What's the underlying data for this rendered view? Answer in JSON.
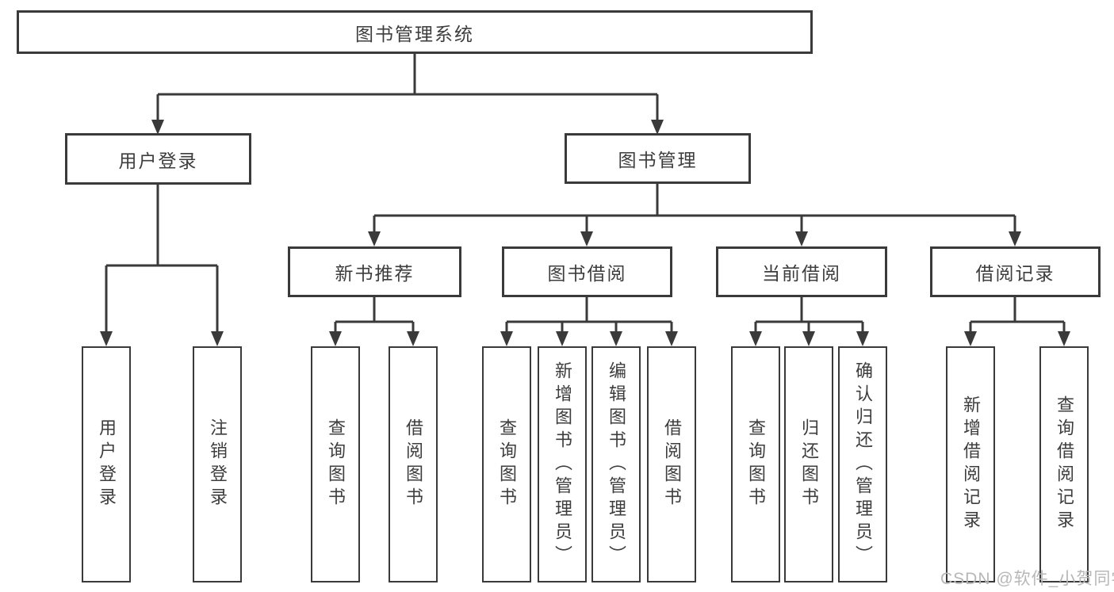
{
  "nodes": {
    "root": "图书管理系统",
    "user_login": "用户登录",
    "book_management": "图书管理",
    "new_book_recommend": "新书推荐",
    "book_borrowing": "图书借阅",
    "current_borrowing": "当前借阅",
    "borrowing_records": "借阅记录"
  },
  "leaves": {
    "user_login": [
      "用户登录",
      "注销登录"
    ],
    "new_book_recommend": [
      "查询图书",
      "借阅图书"
    ],
    "book_borrowing": [
      "查询图书",
      "新增图书（管理员）",
      "编辑图书（管理员）",
      "借阅图书"
    ],
    "current_borrowing": [
      "查询图书",
      "归还图书",
      "确认归还（管理员）"
    ],
    "borrowing_records": [
      "新增借阅记录",
      "查询借阅记录"
    ]
  },
  "watermark": "CSDN @软件_小贺同学",
  "colors": {
    "line": "#3a3a3a",
    "text": "#3d3d3d",
    "watermark": "#b7b7b7",
    "background": "#ffffff"
  }
}
